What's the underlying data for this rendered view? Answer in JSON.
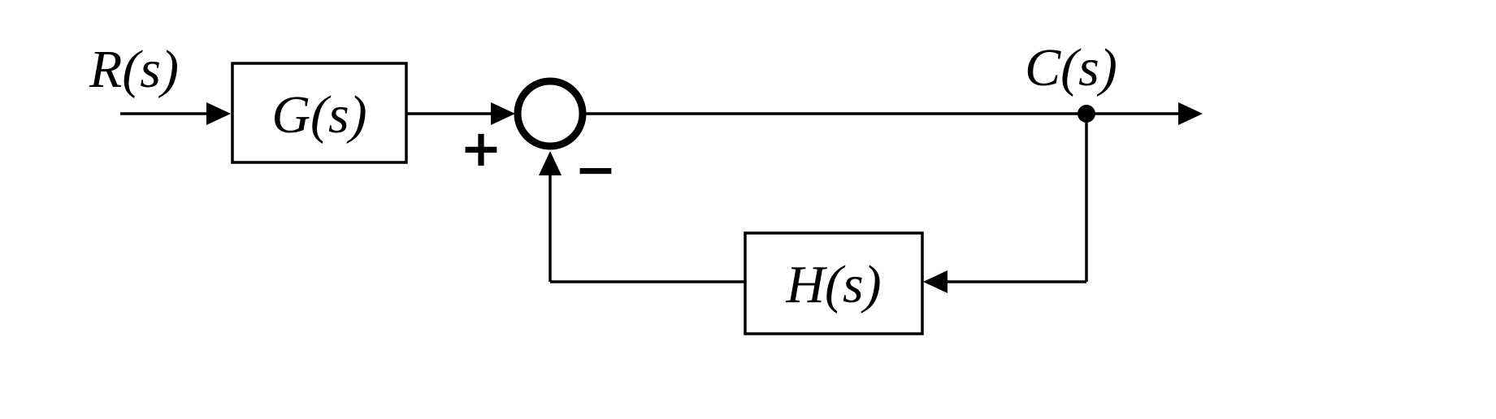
{
  "diagram": {
    "type": "feedback-control-block-diagram",
    "input_label": "R(s)",
    "forward_block_label": "G(s)",
    "output_label": "C(s)",
    "feedback_block_label": "H(s)",
    "summing_junction": {
      "positive_sign": "+",
      "negative_sign": "−"
    },
    "colors": {
      "line": "#000000",
      "background": "#ffffff"
    }
  }
}
